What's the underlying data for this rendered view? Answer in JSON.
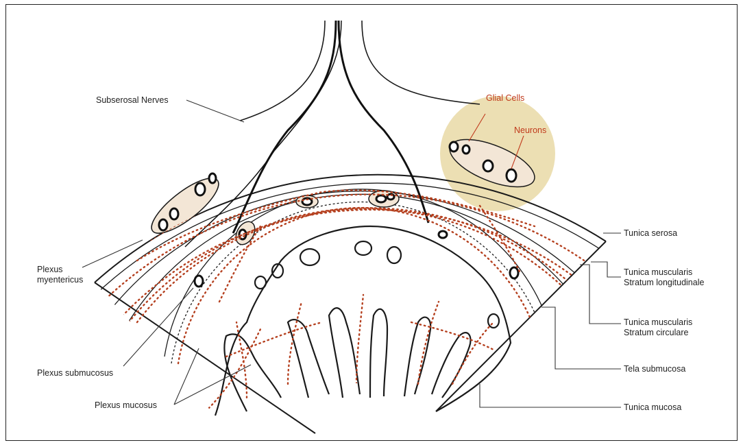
{
  "labels": {
    "subserosal_nerves": "Subserosal Nerves",
    "glial_cells": "Glial Cells",
    "neurons": "Neurons",
    "plexus_myentericus": [
      "Plexus",
      "myentericus"
    ],
    "plexus_submucosus": "Plexus submucosus",
    "plexus_mucosus": "Plexus mucosus",
    "tunica_serosa": "Tunica serosa",
    "tunica_muscularis_longitudinale": [
      "Tunica muscularis",
      "Stratum longitudinale"
    ],
    "tunica_muscularis_circulare": [
      "Tunica muscularis",
      "Stratum circulare"
    ],
    "tela_submucosa": "Tela submucosa",
    "tunica_mucosa": "Tunica mucosa"
  },
  "colors": {
    "nerve_dots": "#b5401f",
    "label_red": "#c0391b",
    "highlight": "#e9d9a6",
    "outline": "#1a1a1a"
  }
}
